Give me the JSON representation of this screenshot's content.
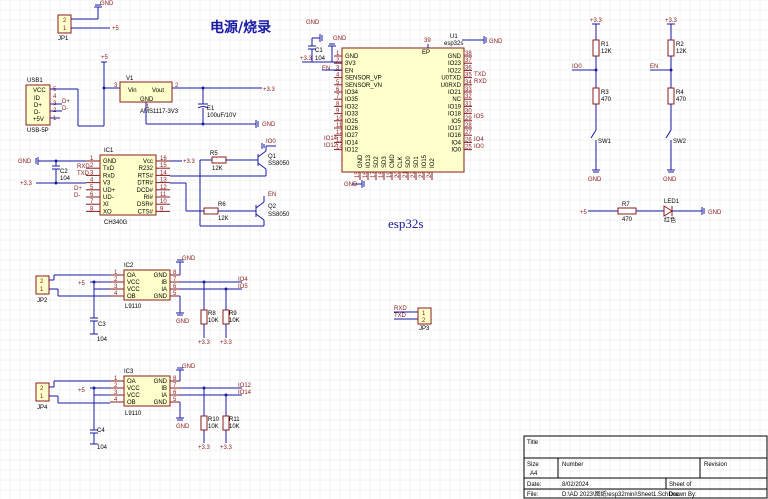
{
  "sheet": {
    "title_cn": "电源/烧录",
    "module_label": "esp32s"
  },
  "title_block": {
    "title_label": "Title",
    "size_label": "Size",
    "size_value": "A4",
    "number_label": "Number",
    "revision_label": "Revision",
    "date_label": "Date:",
    "date_value": "8/02/2024",
    "sheet_label": "Sheet   of",
    "file_label": "File:",
    "file_value": "D:\\AD 2023\\图纸\\esp32mini\\Sheet1.SchDoc",
    "drawn_label": "Drawn By:"
  },
  "nets": {
    "gnd": "GND",
    "v33": "+3.3",
    "v5": "+5",
    "en": "EN",
    "io0": "IO0",
    "io4": "IO4",
    "io5": "IO5",
    "io12": "IO12",
    "io14": "IO14",
    "txd": "TXD",
    "rxd": "RXD",
    "dp": "D+",
    "dm": "D-"
  },
  "parts": {
    "jp1": {
      "ref": "JP1",
      "pins": [
        "2",
        "1"
      ]
    },
    "usb1": {
      "ref": "USB1",
      "value": "USB-5P",
      "pins": [
        "VCC",
        "ID",
        "D+",
        "D-",
        "+5V"
      ],
      "nums": [
        "5",
        "4",
        "3",
        "2",
        "1"
      ]
    },
    "v1": {
      "ref": "V1",
      "value": "AMS1117-3V3",
      "vin": "Vin",
      "vout": "Vout",
      "gnd": "GND",
      "pin1": "1",
      "pin2": "2",
      "pin3": "3"
    },
    "e1": {
      "ref": "E1",
      "value": "100uF/10V"
    },
    "c1": {
      "ref": "C1",
      "value": "104"
    },
    "c2": {
      "ref": "C2",
      "value": "104"
    },
    "c3": {
      "ref": "C3",
      "value": "104"
    },
    "c4": {
      "ref": "C4",
      "value": "104"
    },
    "ic1": {
      "ref": "IC1",
      "value": "CH340G",
      "left": [
        "GND",
        "TxD",
        "RxD",
        "V3",
        "UD+",
        "UD-",
        "XI",
        "XO"
      ],
      "right": [
        "Vcc",
        "R232",
        "RTS#",
        "DTR#",
        "DCD#",
        "RI#",
        "DSR#",
        "CTS#"
      ],
      "left_nums": [
        "1",
        "2",
        "3",
        "4",
        "5",
        "6",
        "7",
        "8"
      ],
      "right_nums": [
        "16",
        "15",
        "14",
        "13",
        "12",
        "11",
        "10",
        "9"
      ]
    },
    "r5": {
      "ref": "R5",
      "value": "12K"
    },
    "r6": {
      "ref": "R6",
      "value": "12K"
    },
    "q1": {
      "ref": "Q1",
      "value": "SS8050"
    },
    "q2": {
      "ref": "Q2",
      "value": "SS8050"
    },
    "u1": {
      "ref": "U1",
      "value": "esp32s",
      "left": [
        "GND",
        "3V3",
        "EN",
        "SENSOR_VP",
        "SENSOR_VN",
        "IO34",
        "IO35",
        "IO32",
        "IO33",
        "IO25",
        "IO26",
        "IO27",
        "IO14",
        "IO12"
      ],
      "left_nums": [
        "1",
        "2",
        "3",
        "4",
        "5",
        "6",
        "7",
        "8",
        "9",
        "10",
        "11",
        "12",
        "13",
        "14"
      ],
      "right": [
        "GND",
        "IO23",
        "IO22",
        "U0TXD",
        "U0RXD",
        "IO21",
        "NC",
        "IO19",
        "IO18",
        "IO5",
        "IO17",
        "IO16",
        "IO4",
        "IO0"
      ],
      "right_nums": [
        "38",
        "37",
        "36",
        "35",
        "34",
        "33",
        "32",
        "31",
        "30",
        "29",
        "28",
        "27",
        "26",
        "25"
      ],
      "bottom": [
        "GND",
        "IO13",
        "SD2",
        "SD3",
        "CMD",
        "CLK",
        "SD0",
        "SD1",
        "IO15",
        "IO2"
      ],
      "bottom_nums": [
        "15",
        "16",
        "17",
        "18",
        "19",
        "20",
        "21",
        "22",
        "23",
        "24"
      ],
      "top_pin": "39",
      "ep": "EP"
    },
    "r1": {
      "ref": "R1",
      "value": "12K"
    },
    "r2": {
      "ref": "R2",
      "value": "12K"
    },
    "r3": {
      "ref": "R3",
      "value": "470"
    },
    "r4": {
      "ref": "R4",
      "value": "470"
    },
    "sw1": {
      "ref": "SW1"
    },
    "sw2": {
      "ref": "SW2"
    },
    "r7": {
      "ref": "R7",
      "value": "470"
    },
    "led1": {
      "ref": "LED1",
      "value": "红色"
    },
    "ic2": {
      "ref": "IC2",
      "value": "L9110",
      "left": [
        "OA",
        "VCC",
        "VCC",
        "OB"
      ],
      "right": [
        "GND",
        "IB",
        "IA",
        "GND"
      ],
      "left_nums": [
        "1",
        "2",
        "3",
        "4"
      ],
      "right_nums": [
        "8",
        "7",
        "6",
        "5"
      ]
    },
    "ic3": {
      "ref": "IC3",
      "value": "L9110",
      "left": [
        "OA",
        "VCC",
        "VCC",
        "OB"
      ],
      "right": [
        "GND",
        "IB",
        "IA",
        "GND"
      ],
      "left_nums": [
        "1",
        "2",
        "3",
        "4"
      ],
      "right_nums": [
        "8",
        "7",
        "6",
        "5"
      ]
    },
    "r8": {
      "ref": "R8",
      "value": "10K"
    },
    "r9": {
      "ref": "R9",
      "value": "10K"
    },
    "r10": {
      "ref": "R10",
      "value": "10K"
    },
    "r11": {
      "ref": "R11",
      "value": "10K"
    },
    "jp2": {
      "ref": "JP2",
      "pins": [
        "2",
        "1"
      ]
    },
    "jp3": {
      "ref": "JP3",
      "pins": [
        "1",
        "2"
      ]
    },
    "jp4": {
      "ref": "JP4",
      "pins": [
        "2",
        "1"
      ]
    }
  }
}
